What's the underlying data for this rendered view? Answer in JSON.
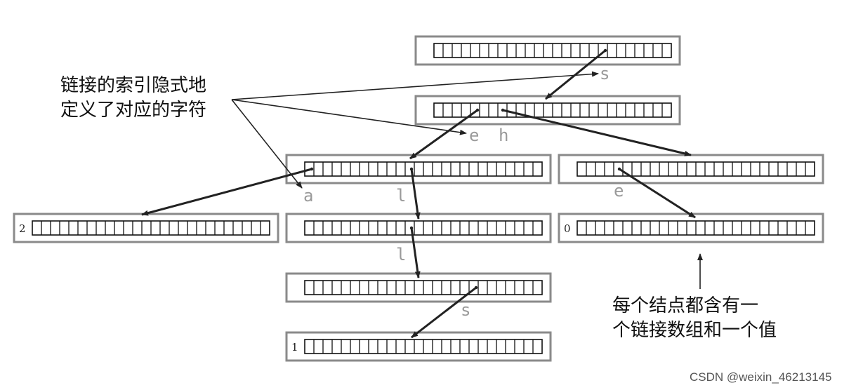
{
  "diagram": {
    "nodes": [
      {
        "id": "root",
        "value": ""
      },
      {
        "id": "s",
        "value": ""
      },
      {
        "id": "se",
        "value": ""
      },
      {
        "id": "sh",
        "value": ""
      },
      {
        "id": "sea",
        "value": "2"
      },
      {
        "id": "sel",
        "value": ""
      },
      {
        "id": "she",
        "value": "0"
      },
      {
        "id": "sell",
        "value": ""
      },
      {
        "id": "sells",
        "value": "1"
      }
    ],
    "edges": [
      {
        "from": "root",
        "to": "s",
        "char": "s"
      },
      {
        "from": "s",
        "to": "se",
        "char": "e"
      },
      {
        "from": "s",
        "to": "sh",
        "char": "h"
      },
      {
        "from": "se",
        "to": "sea",
        "char": "a"
      },
      {
        "from": "se",
        "to": "sel",
        "char": "l"
      },
      {
        "from": "sh",
        "to": "she",
        "char": "e"
      },
      {
        "from": "sel",
        "to": "sell",
        "char": "l"
      },
      {
        "from": "sell",
        "to": "sells",
        "char": "s"
      }
    ],
    "annotation_left": {
      "line1": "链接的索引隐式地",
      "line2": "定义了对应的字符"
    },
    "annotation_right": {
      "line1": "每个结点都含有一",
      "line2": "个链接数组和一个值"
    },
    "watermark": "CSDN @weixin_46213145"
  }
}
